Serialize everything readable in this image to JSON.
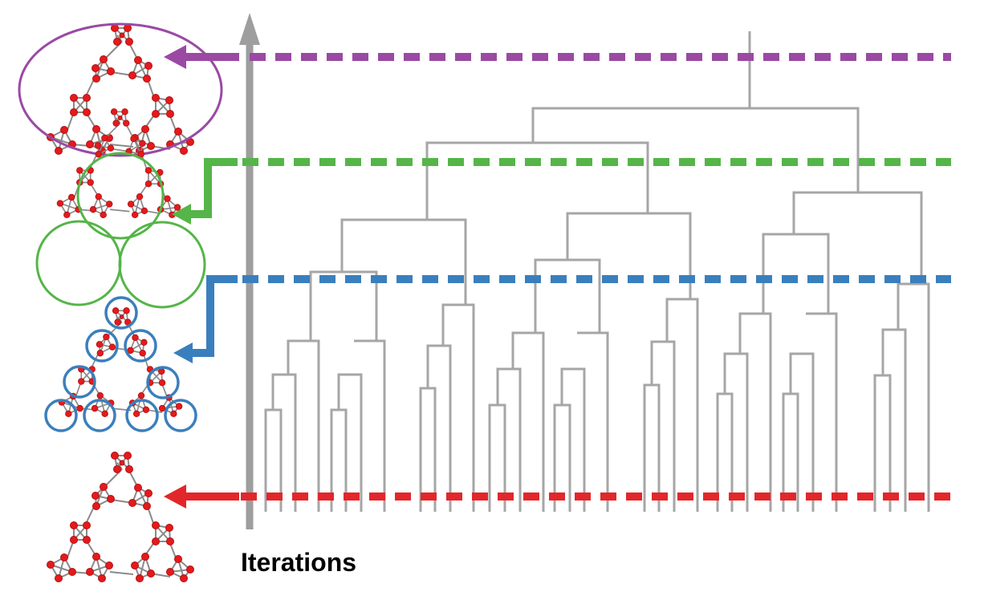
{
  "axis_label": "Iterations",
  "colors": {
    "purple": "#9a4aa3",
    "green": "#55b548",
    "blue": "#3a7fbd",
    "red": "#e3262a",
    "gray": "#a6a6a6",
    "axis_gray": "#9e9e9e",
    "node": "#e41a1c",
    "node_stroke": "#b50f12"
  },
  "levels": [
    {
      "name": "level-top",
      "color_key": "purple",
      "clusters": 1
    },
    {
      "name": "level-2",
      "color_key": "green",
      "clusters": 3
    },
    {
      "name": "level-3",
      "color_key": "blue",
      "clusters": 9
    },
    {
      "name": "level-leaves",
      "color_key": "red",
      "clusters": 0
    }
  ]
}
